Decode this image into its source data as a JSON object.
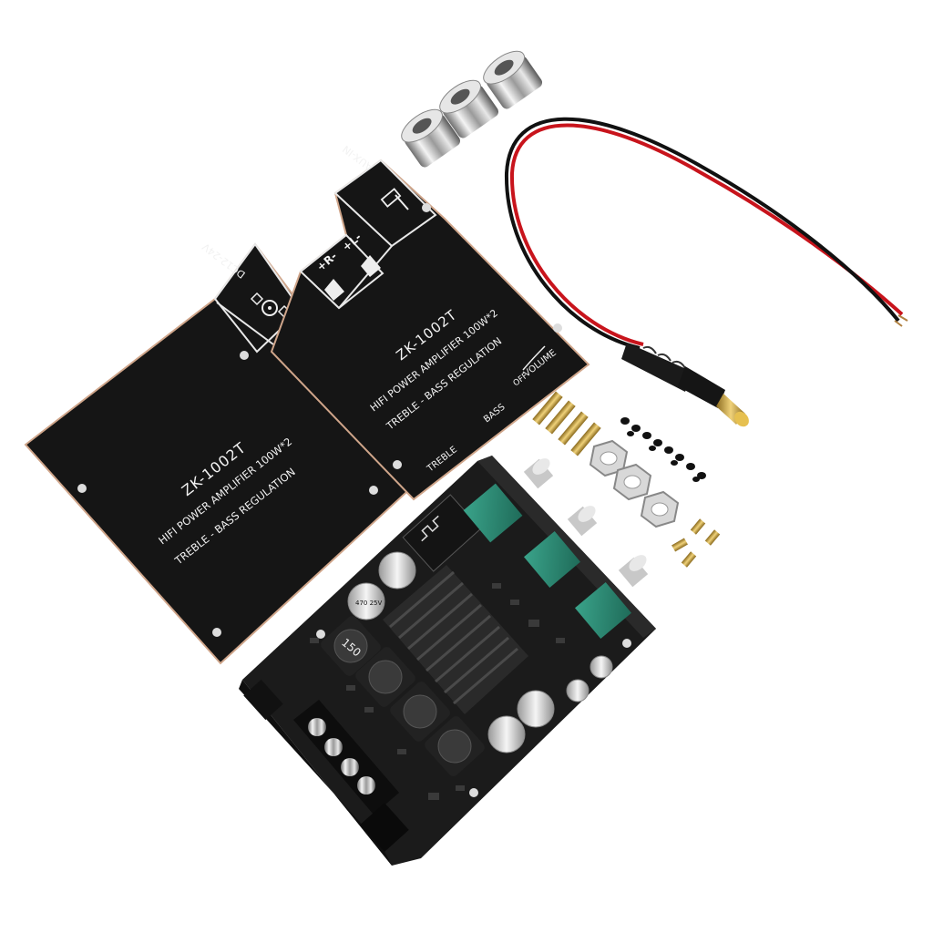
{
  "panel_left": {
    "model": "ZK-1002T",
    "line1": "HIFI POWER AMPLIFIER 100W*2",
    "line2": "TREBLE - BASS REGULATION",
    "power_label": "DC12-24V"
  },
  "panel_right": {
    "model": "ZK-1002T",
    "line1": "HIFI POWER AMPLIFIER 100W*2",
    "line2": "TREBLE - BASS REGULATION",
    "aux_label": "AUX-IN",
    "speaker_r": "+R-",
    "speaker_l": "+L-",
    "volume_label": "VOLUME",
    "off_label": "OFF",
    "bass_label": "BASS",
    "treble_label": "TREBLE"
  },
  "board": {
    "inductor_label": "150",
    "capacitor_label": "470 25V"
  },
  "colors": {
    "background": "#ffffff",
    "pcb": "#1b1b1b",
    "heatsink": "#2a2a2a",
    "potentiometer": "#2f8f7a",
    "brass": "#c9a23c",
    "wire_red": "#c8141c",
    "wire_black": "#111111",
    "chrome": "#cfcfcf"
  }
}
